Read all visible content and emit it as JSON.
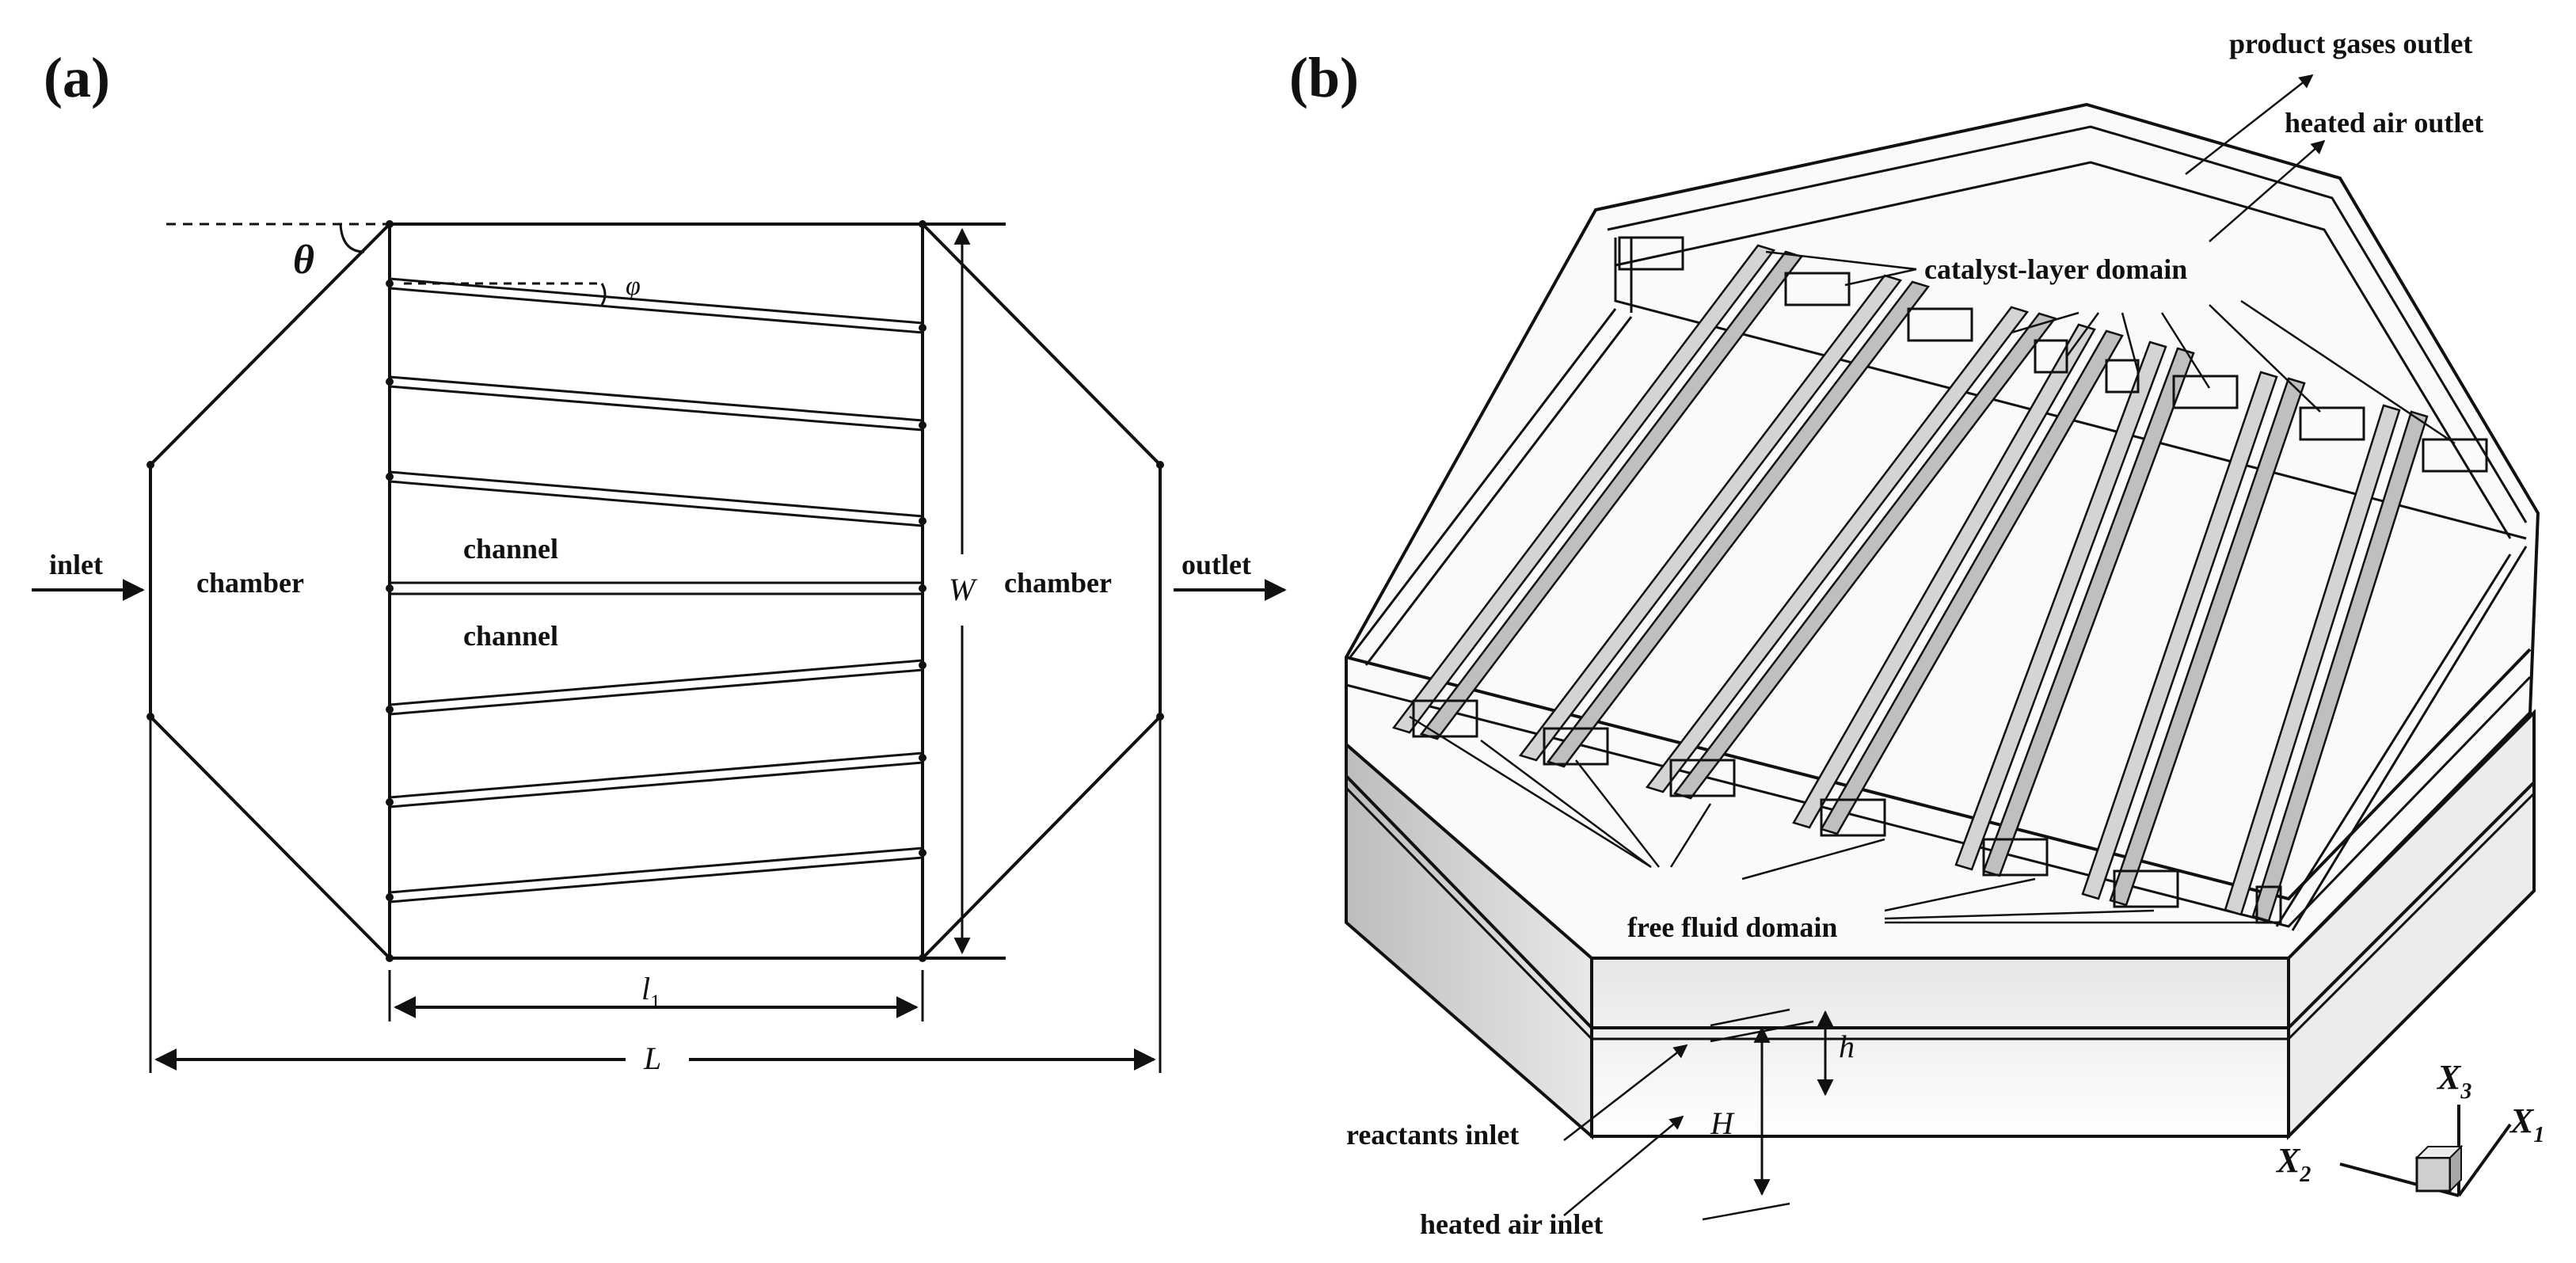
{
  "panel_a": {
    "label": "(a)",
    "inlet": "inlet",
    "outlet": "outlet",
    "chamber_left": "chamber",
    "chamber_right": "chamber",
    "channel_top": "channel",
    "channel_bottom": "channel",
    "theta": "θ",
    "phi": "φ",
    "W": "W",
    "l1_base": "l",
    "l1_sub": "1",
    "L": "L"
  },
  "panel_b": {
    "label": "(b)",
    "product_gases_outlet": "product gases outlet",
    "heated_air_outlet": "heated air outlet",
    "catalyst_layer_domain": "catalyst-layer domain",
    "free_fluid_domain": "free fluid domain",
    "reactants_inlet": "reactants inlet",
    "heated_air_inlet": "heated air inlet",
    "h": "h",
    "H": "H",
    "axes": {
      "x1": "X",
      "x1_sub": "1",
      "x2": "X",
      "x2_sub": "2",
      "x3": "X",
      "x3_sub": "3"
    }
  }
}
